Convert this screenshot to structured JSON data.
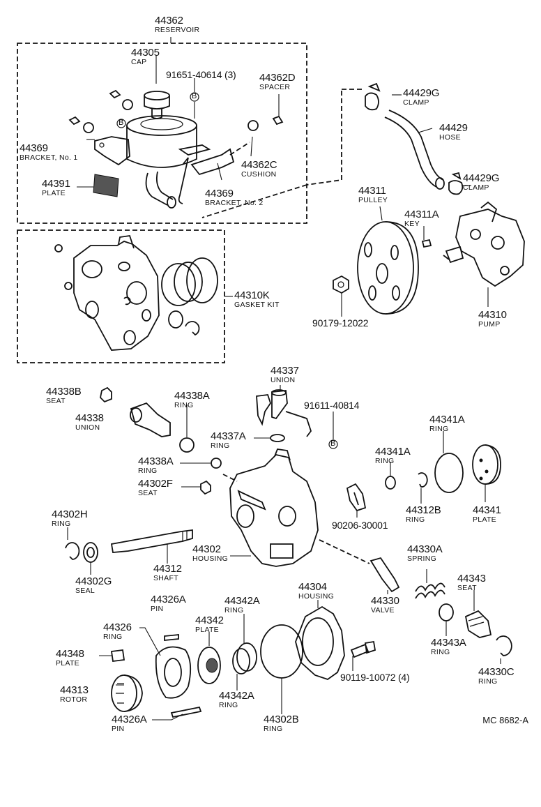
{
  "labels": [
    {
      "id": "p44362",
      "number": "44362",
      "name": "RESERVOIR"
    },
    {
      "id": "p44305",
      "number": "44305",
      "name": "CAP"
    },
    {
      "id": "p91651",
      "number": "91651-40614 (3)",
      "name": ""
    },
    {
      "id": "p44362D",
      "number": "44362D",
      "name": "SPACER"
    },
    {
      "id": "p44369a",
      "number": "44369",
      "name": "BRACKET, No. 1"
    },
    {
      "id": "p44391",
      "number": "44391",
      "name": "PLATE"
    },
    {
      "id": "p44362C",
      "number": "44362C",
      "name": "CUSHION"
    },
    {
      "id": "p44369b",
      "number": "44369",
      "name": "BRACKET, No. 2"
    },
    {
      "id": "p44429Ga",
      "number": "44429G",
      "name": "CLAMP"
    },
    {
      "id": "p44429",
      "number": "44429",
      "name": "HOSE"
    },
    {
      "id": "p44429Gb",
      "number": "44429G",
      "name": "CLAMP"
    },
    {
      "id": "p44311",
      "number": "44311",
      "name": "PULLEY"
    },
    {
      "id": "p44311A",
      "number": "44311A",
      "name": "KEY"
    },
    {
      "id": "p44310K",
      "number": "44310K",
      "name": "GASKET KIT"
    },
    {
      "id": "p90179",
      "number": "90179-12022",
      "name": ""
    },
    {
      "id": "p44310",
      "number": "44310",
      "name": "PUMP"
    },
    {
      "id": "p44337",
      "number": "44337",
      "name": "UNION"
    },
    {
      "id": "p44338B",
      "number": "44338B",
      "name": "SEAT"
    },
    {
      "id": "p44338A1",
      "number": "44338A",
      "name": "RING"
    },
    {
      "id": "p91611",
      "number": "91611-40814",
      "name": ""
    },
    {
      "id": "p44338",
      "number": "44338",
      "name": "UNION"
    },
    {
      "id": "p44337A",
      "number": "44337A",
      "name": "RING"
    },
    {
      "id": "p44341A1",
      "number": "44341A",
      "name": "RING"
    },
    {
      "id": "p44341A2",
      "number": "44341A",
      "name": "RING"
    },
    {
      "id": "p44338A2",
      "number": "44338A",
      "name": "RING"
    },
    {
      "id": "p44302F",
      "number": "44302F",
      "name": "SEAT"
    },
    {
      "id": "p44312B",
      "number": "44312B",
      "name": "RING"
    },
    {
      "id": "p44341",
      "number": "44341",
      "name": "PLATE"
    },
    {
      "id": "p90206",
      "number": "90206-30001",
      "name": ""
    },
    {
      "id": "p44302H",
      "number": "44302H",
      "name": "RING"
    },
    {
      "id": "p44302",
      "number": "44302",
      "name": "HOUSING"
    },
    {
      "id": "p44312",
      "number": "44312",
      "name": "SHAFT"
    },
    {
      "id": "p44302G",
      "number": "44302G",
      "name": "SEAL"
    },
    {
      "id": "p44330A",
      "number": "44330A",
      "name": "SPRING"
    },
    {
      "id": "p44304",
      "number": "44304",
      "name": "HOUSING"
    },
    {
      "id": "p44343",
      "number": "44343",
      "name": "SEAT"
    },
    {
      "id": "p44330",
      "number": "44330",
      "name": "VALVE"
    },
    {
      "id": "p44326A1",
      "number": "44326A",
      "name": "PIN"
    },
    {
      "id": "p44342A1",
      "number": "44342A",
      "name": "RING"
    },
    {
      "id": "p44326",
      "number": "44326",
      "name": "RING"
    },
    {
      "id": "p44342",
      "number": "44342",
      "name": "PLATE"
    },
    {
      "id": "p44348",
      "number": "44348",
      "name": "PLATE"
    },
    {
      "id": "p44343A",
      "number": "44343A",
      "name": "RING"
    },
    {
      "id": "p90119",
      "number": "90119-10072 (4)",
      "name": ""
    },
    {
      "id": "p44330C",
      "number": "44330C",
      "name": "RING"
    },
    {
      "id": "p44313",
      "number": "44313",
      "name": "ROTOR"
    },
    {
      "id": "p44342A2",
      "number": "44342A",
      "name": "RING"
    },
    {
      "id": "p44326A2",
      "number": "44326A",
      "name": "PIN"
    },
    {
      "id": "p44302B",
      "number": "44302B",
      "name": "RING"
    }
  ],
  "callout_marks": [
    "B",
    "B",
    "B"
  ],
  "reference_code": "MC 8682-A"
}
